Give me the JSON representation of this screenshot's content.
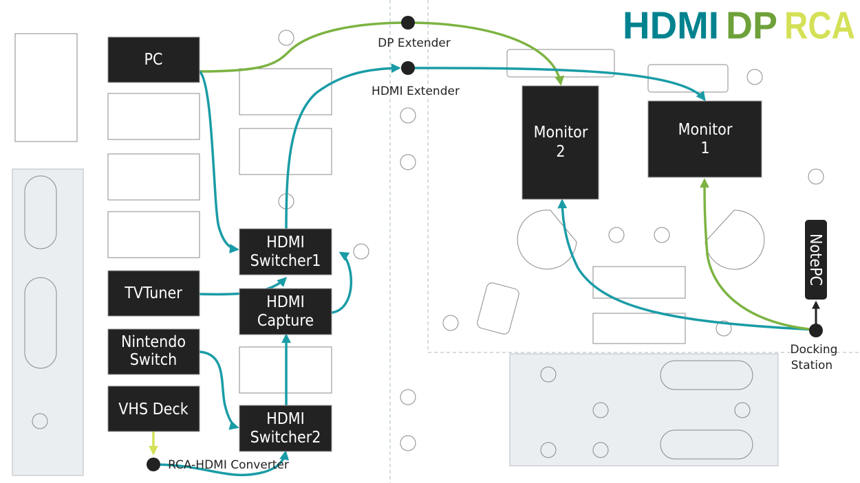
{
  "legend": {
    "hdmi": "HDMI",
    "dp": "DP",
    "rca": "RCA"
  },
  "colors": {
    "hdmi": "#00838f",
    "dp": "#6ea13a",
    "rca": "#d4e157",
    "line_hdmi": "#1a9ca6",
    "device": "#222222"
  },
  "devices": {
    "pc": "PC",
    "tvtuner": "TVTuner",
    "nintendo1": "Nintendo",
    "nintendo2": "Switch",
    "vhs": "VHS Deck",
    "sw1a": "HDMI",
    "sw1b": "Switcher1",
    "cap_a": "HDMI",
    "cap_b": "Capture",
    "sw2a": "HDMI",
    "sw2b": "Switcher2",
    "mon2a": "Monitor",
    "mon2b": "2",
    "mon1a": "Monitor",
    "mon1b": "1",
    "notepc": "NotePC"
  },
  "nodes": {
    "dp_ext": "DP Extender",
    "hdmi_ext": "HDMI Extender",
    "rca_conv": "RCA-HDMI Converter",
    "dock1": "Docking",
    "dock2": "Station"
  }
}
